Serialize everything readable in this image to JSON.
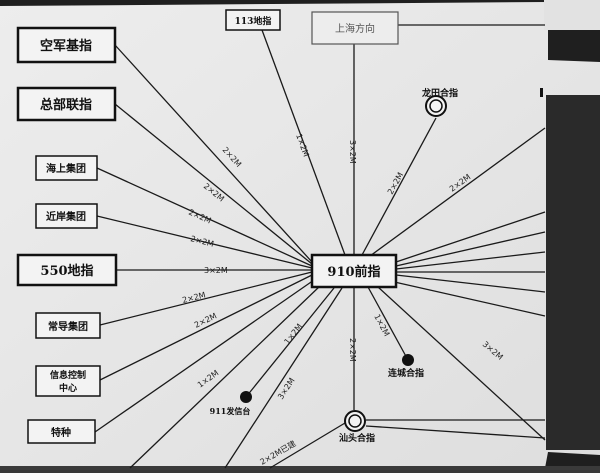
{
  "diagram": {
    "center": {
      "label": "910前指"
    },
    "nodes": {
      "kongjun": "空军基指",
      "zongbu": "总部联指",
      "haishang": "海上集团",
      "jinan": "近岸集团",
      "n550": "550地指",
      "changdao": "常导集团",
      "xinxi_line1": "信息控制",
      "xinxi_line2": "中心",
      "tezhong": "特种",
      "n113": "113地指",
      "shanghai": "上海方向",
      "longtian": "龙田合指",
      "liancheng": "连城合指",
      "n911": "911发信台",
      "shantou": "汕头合指"
    },
    "link_labels": {
      "kongjun": "2×2M",
      "zongbu": "2×2M",
      "haishang": "2×2M",
      "jinan": "2×2M",
      "n550": "3×2M",
      "changdao": "2×2M",
      "xinxi": "2×2M",
      "tezhong": "1×2M",
      "n113": "1×2M",
      "shanghai": "3×2M",
      "longtian_a": "2×2M",
      "longtian_b": "2×2M",
      "liancheng": "1×2M",
      "shantou": "2×2M",
      "n911": "1×2M",
      "r1": "3×2M",
      "bottom_a": "3×2M",
      "bottom_b": "2×2M已建"
    },
    "colors": {
      "paper": "#e9e9e9",
      "ink": "#111111",
      "line": "#1a1a1a",
      "frame": "#1e1e1e"
    }
  }
}
